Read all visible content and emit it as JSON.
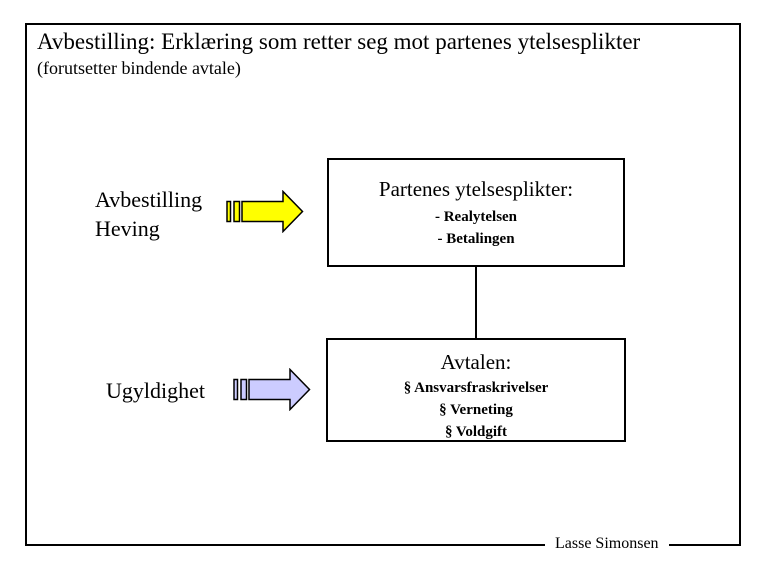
{
  "page": {
    "title": "Avbestilling: Erklæring som retter seg mot partenes ytelsesplikter",
    "subtitle": "(forutsetter bindende avtale)",
    "footer_author": "Lasse Simonsen"
  },
  "labels": {
    "cancellation_line1": "Avbestilling",
    "cancellation_line2": "Heving",
    "invalidity": "Ugyldighet"
  },
  "boxes": {
    "obligations": {
      "title": "Partenes ytelsesplikter:",
      "items": [
        "- Realytelsen",
        "- Betalingen"
      ]
    },
    "agreement": {
      "title": "Avtalen:",
      "items": [
        "§ Ansvarsfraskrivelser",
        "§ Verneting",
        "§ Voldgift"
      ]
    }
  },
  "icons": {
    "arrow_top": "striped-right-arrow",
    "arrow_bottom": "striped-right-arrow"
  },
  "colors": {
    "arrow_top_fill": "#FFFF00",
    "arrow_bottom_fill": "#CCCCFF",
    "outline": "#000000",
    "background": "#FFFFFF"
  }
}
